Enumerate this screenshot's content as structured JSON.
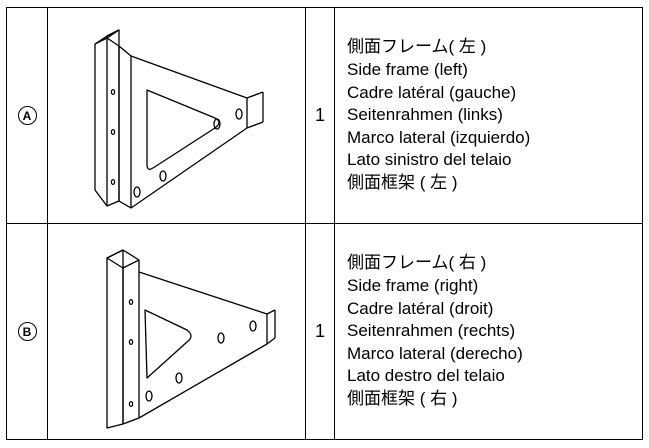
{
  "parts": [
    {
      "id": "A",
      "quantity": "1",
      "names": [
        "側面フレーム( 左 )",
        "Side frame (left)",
        "Cadre latéral (gauche)",
        "Seitenrahmen (links)",
        "Marco lateral (izquierdo)",
        "Lato sinistro del telaio",
        "側面框架 ( 左 )"
      ]
    },
    {
      "id": "B",
      "quantity": "1",
      "names": [
        "側面フレーム( 右 )",
        "Side frame (right)",
        "Cadre latéral (droit)",
        "Seitenrahmen (rechts)",
        "Marco lateral (derecho)",
        "Lato destro del telaio",
        "側面框架 ( 右 )"
      ]
    }
  ]
}
